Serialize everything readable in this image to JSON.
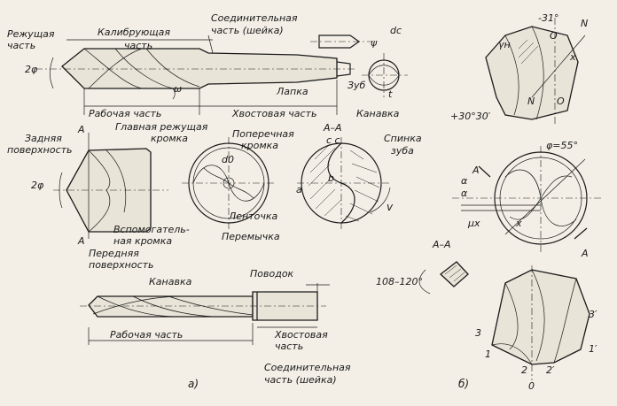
{
  "labels": {
    "cutting_part": [
      "Режущая",
      "часть"
    ],
    "calibrating_part": [
      "Калибрующая",
      "часть"
    ],
    "connecting_part": [
      "Соединительная",
      "часть (шейка)"
    ],
    "dc": "dc",
    "psi": "ψ",
    "two_phi": "2φ",
    "omega": "ω",
    "tooth": "Зуб",
    "t": "t",
    "tab": "Лапка",
    "working_part_top": "Рабочая часть",
    "shank_part_top": "Хвостовая часть",
    "groove_top": "Канавка",
    "section_a": "A",
    "back_surface": [
      "Задняя",
      "поверхность"
    ],
    "main_edge": [
      "Главная режущая",
      "кромка"
    ],
    "two_phi_2": "2φ",
    "cross_edge": [
      "Поперечная",
      "кромка"
    ],
    "d0": "d0",
    "section_aa": "A–A",
    "cc": "c c",
    "back_tooth": [
      "Спинка",
      "зуба"
    ],
    "b": "b",
    "a_small": "a",
    "v": "v",
    "land": "Ленточка",
    "aux_edge": [
      "Вспомогатель-",
      "ная кромка"
    ],
    "web": "Перемычка",
    "front_surface": [
      "Передняя",
      "поверхность"
    ],
    "leash": "Поводок",
    "groove_mid": "Канавка",
    "working_part_bottom": "Рабочая часть",
    "shank_part_bottom": [
      "Хвостовая",
      "часть"
    ],
    "connecting_bottom": [
      "Соединительная",
      "часть (шейка)"
    ],
    "caption_a": "а)",
    "caption_b": "б)",
    "minus31": "-31°",
    "gamma_n": "γн",
    "O": "O",
    "N": "N",
    "x": "x",
    "plus30": "+30°30′",
    "phi55": "φ=55°",
    "alpha": "α",
    "mu_x": "μx",
    "A": "A",
    "aa_small": "A–A",
    "angle108": "108–120°",
    "num3": "3",
    "num3p": "3′",
    "num1": "1",
    "num1p": "1′",
    "num2": "2",
    "num2p": "2′",
    "zero": "0"
  }
}
